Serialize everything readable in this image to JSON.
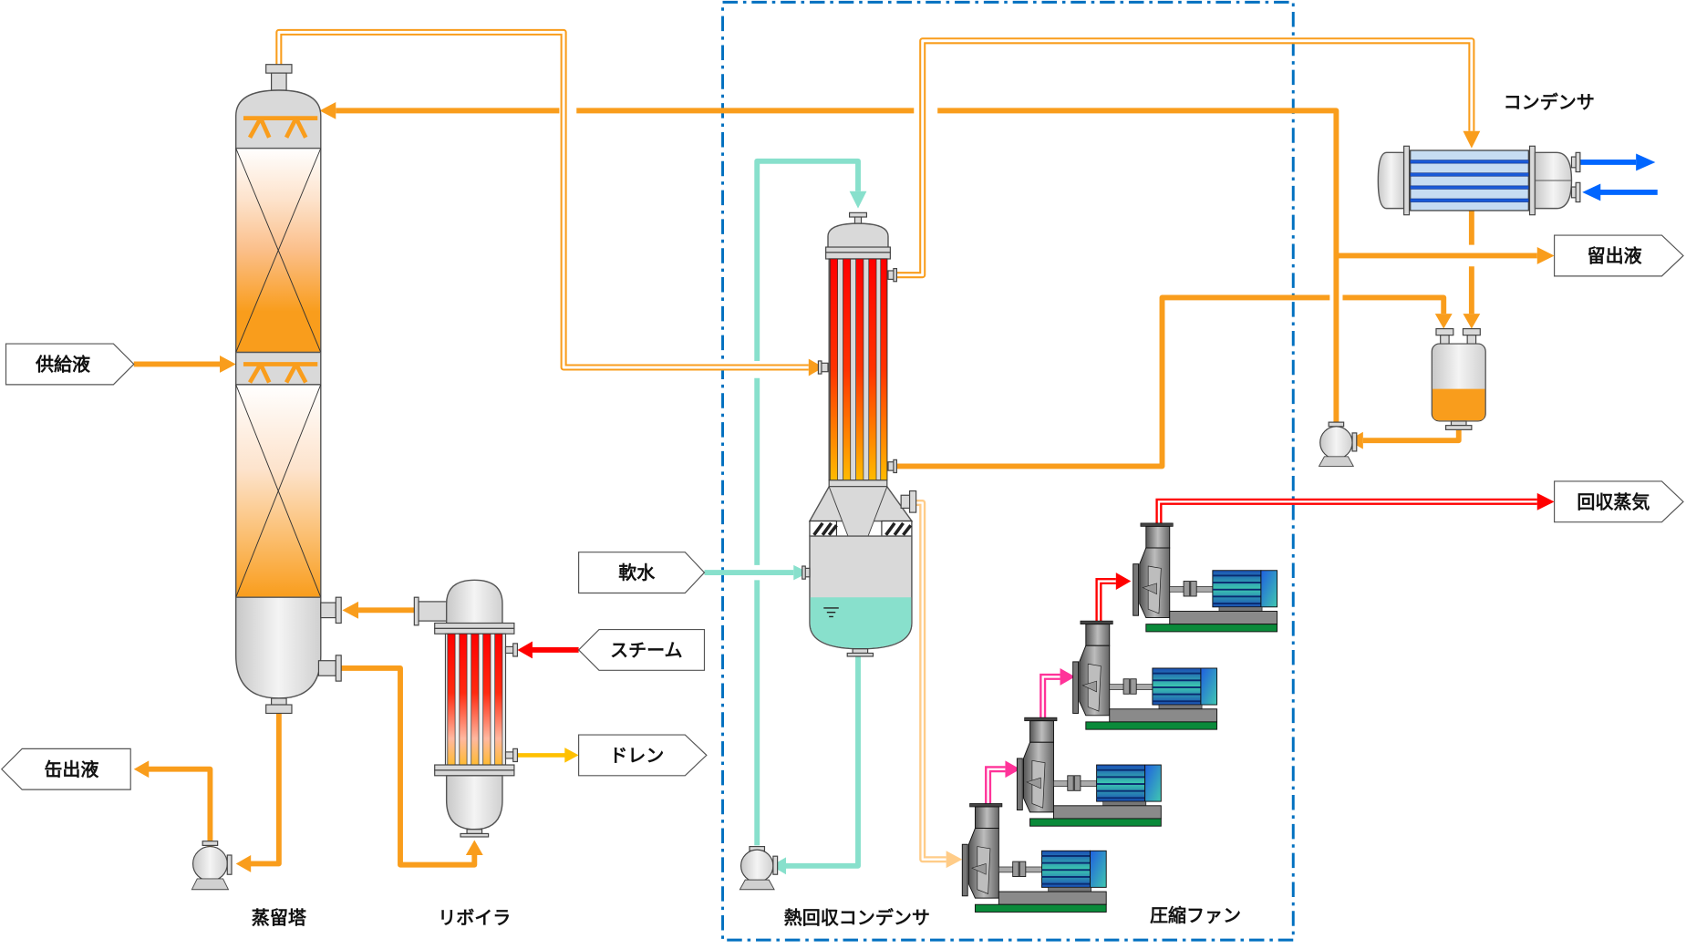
{
  "diagram": {
    "title": "蒸気再圧縮式熱回収システム",
    "equipment_labels": {
      "distillation_tower": "蒸留塔",
      "reboiler": "リボイラ",
      "heat_recovery_condenser": "熱回収コンデンサ",
      "compression_fan": "圧縮ファン",
      "condenser": "コンデンサ"
    },
    "stream_tags": {
      "feed": "供給液",
      "bottoms": "缶出液",
      "steam": "スチーム",
      "drain": "ドレン",
      "soft_water": "軟水",
      "distillate": "留出液",
      "recovered_steam": "回収蒸気"
    },
    "fan_count": 4,
    "colors": {
      "process_liquid": "#f99d1c",
      "steam": "#ff0000",
      "drain": "#ffc000",
      "soft_water": "#88e0cc",
      "cooling_water": "#0066ff",
      "intermediate_vapor": "#ff3399",
      "low_pressure_vapor": "#ffcc88",
      "boundary": "#0070c0"
    }
  }
}
